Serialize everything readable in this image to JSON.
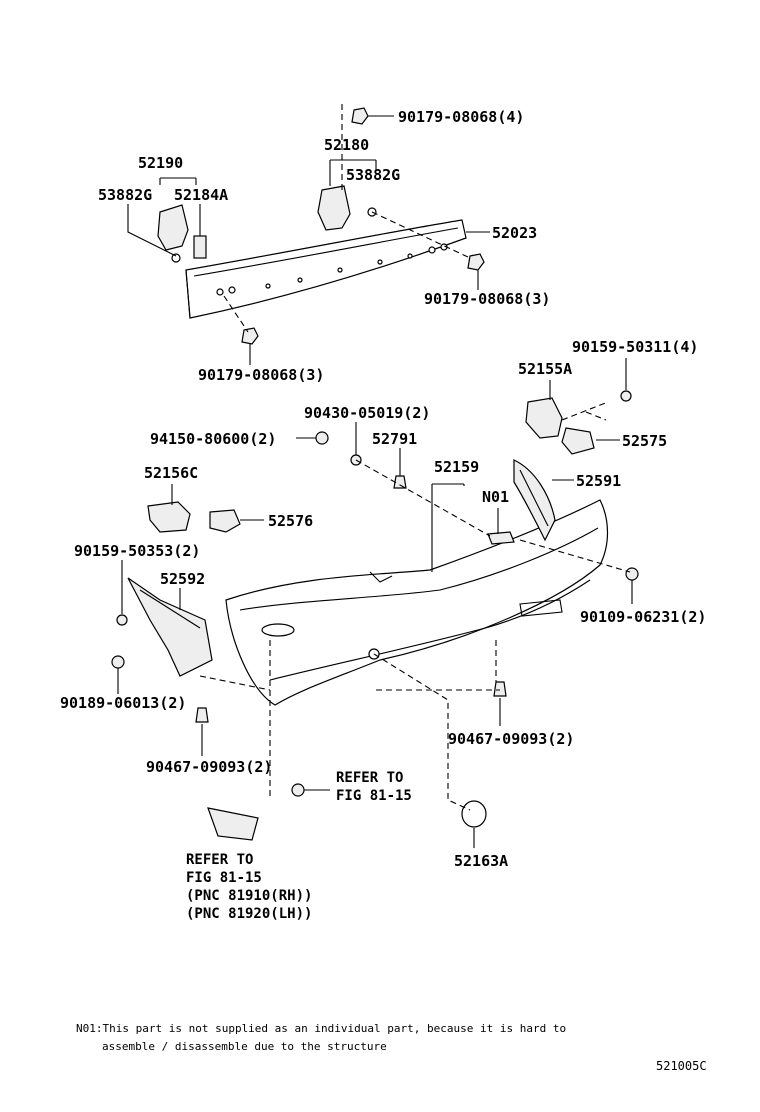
{
  "labels": {
    "p90179_top": "90179-08068(4)",
    "p52180": "52180",
    "p53882G_mid": "53882G",
    "p52190": "52190",
    "p53882G_left": "53882G",
    "p52184A": "52184A",
    "p52023": "52023",
    "p90179_right": "90179-08068(3)",
    "p90179_left": "90179-08068(3)",
    "p90159_50311": "90159-50311(4)",
    "p52155A": "52155A",
    "p90430": "90430-05019(2)",
    "p94150": "94150-80600(2)",
    "p52791": "52791",
    "p52575": "52575",
    "p52156C": "52156C",
    "p52159": "52159",
    "pN01": "N01",
    "p52591": "52591",
    "p52576": "52576",
    "p90159_50353": "90159-50353(2)",
    "p52592": "52592",
    "p90109": "90109-06231(2)",
    "p90189": "90189-06013(2)",
    "p90467_right": "90467-09093(2)",
    "p90467_left": "90467-09093(2)",
    "p52163A": "52163A"
  },
  "refers": {
    "right_line1": "REFER TO",
    "right_line2": "FIG 81-15",
    "left_line1": "REFER TO",
    "left_line2": "FIG 81-15",
    "left_line3": "(PNC 81910(RH))",
    "left_line4": "(PNC 81920(LH))"
  },
  "footnote": {
    "line1": "N01:This part is not supplied as an individual part, because it is hard to",
    "line2": "assemble / disassemble due to the structure"
  },
  "diagram_code": "521005C"
}
